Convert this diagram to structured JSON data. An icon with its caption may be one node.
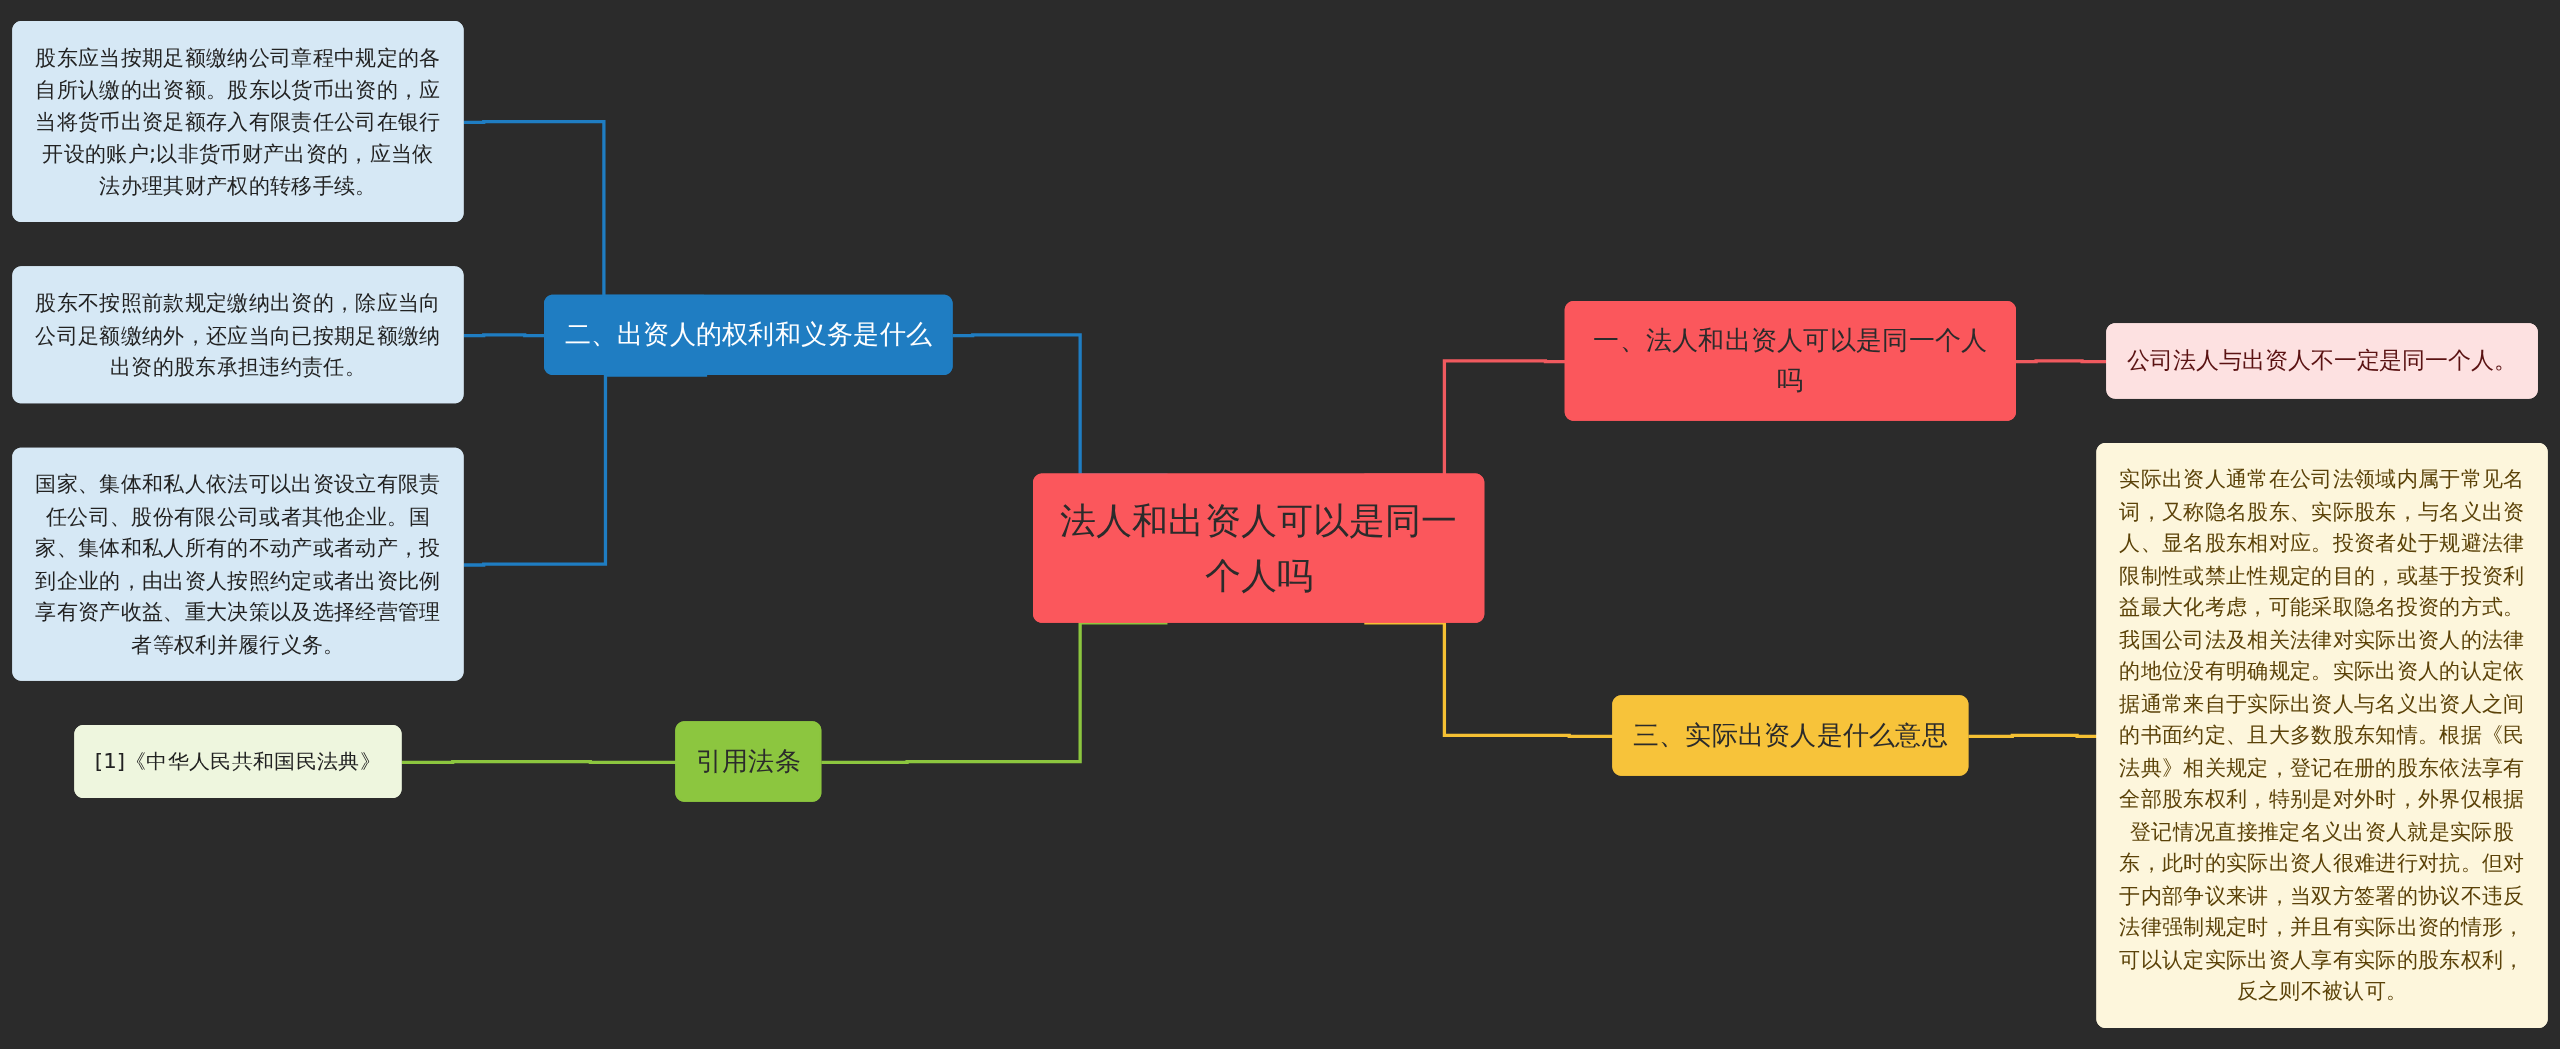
{
  "diagram": {
    "nodes": [
      {
        "text": [
          "法人和出资人可以是同一个人吗"
        ]
      },
      {
        "text": [
          "一、法人和出资人可以是同一个人吗"
        ]
      },
      {
        "text": [
          "公司法人与出资人不一定是同一个人。"
        ]
      },
      {
        "text": [
          "二、出资人的权利和义务是什么"
        ]
      },
      {
        "text": [
          "股东应当按期足额缴纳公司章程中规定的各自所认缴的出资额。股东以货币出资的，应当将货币出资足额存入有限责任公司在银行开设的账户;以非货币财产出资的，应当依法办理其财产权的转移手续。"
        ]
      },
      {
        "text": [
          "股东不按照前款规定缴纳出资的，除应当向公司足额缴纳外，还应当向已按期足额缴纳出资的股东承担违约责任。"
        ]
      },
      {
        "text": [
          "国家、集体和私人依法可以出资设立有限责任公司、股份有限公司或者其他企业。国家、集体和私人所有的不动产或者动产，投到企业的，由出资人按照约定或者出资比例享有资产收益、重大决策以及选择经营管理者等权利并履行义务。"
        ]
      },
      {
        "text": [
          "三、实际出资人是什么意思"
        ]
      },
      {
        "text": [
          "实际出资人通常在公司法领域内属于常见名词，又称隐名股东、实际股东，与名义出资人、显名股东相对应。投资者处于规避法律限制性或禁止性规定的目的，或基于投资利益最大化考虑，可能采取隐名投资的方式。我国公司法及相关法律对实际出资人的法律的地位没有明确规定。实际出资人的认定依据通常来自于实际出资人与名义出资人之间的书面约定、且大多数股东知情。根据《民法典》相关规定，登记在册的股东依法享有全部股东权利，特别是对外时，外界仅根据登记情况直接推定名义出资人就是实际股东，此时的实际出资人很难进行对抗。但对于内部争议来讲，当双方签署的协议不违反法律强制规定时，并且有实际出资的情形，可以认定实际出资人享有实际的股东权利，反之则不被认可。"
        ]
      },
      {
        "text": [
          "引用法条"
        ]
      },
      {
        "text": [
          "[1]《中华人民共和国民法典》"
        ]
      }
    ],
    "edges": [
      {
        "from": 4,
        "to": 3,
        "arrow": "none"
      },
      {
        "from": 5,
        "to": 3,
        "arrow": "none"
      },
      {
        "from": 6,
        "to": 3,
        "arrow": "none"
      },
      {
        "from": 3,
        "to": 0,
        "arrow": "none"
      },
      {
        "from": 10,
        "to": 9,
        "arrow": "none",
        "color": "#8cc63f"
      },
      {
        "from": 9,
        "to": 0,
        "arrow": "none",
        "color": "#8cc63f"
      },
      {
        "from": 0,
        "to": 1,
        "arrow": "none",
        "color": "#f05a5f"
      },
      {
        "from": 1,
        "to": 2,
        "arrow": "none",
        "color": "#f05a5f"
      },
      {
        "from": 0,
        "to": 7,
        "arrow": "none",
        "color": "#f5c033"
      },
      {
        "from": 7,
        "to": 8,
        "arrow": "none",
        "color": "#f5c033"
      }
    ]
  }
}
